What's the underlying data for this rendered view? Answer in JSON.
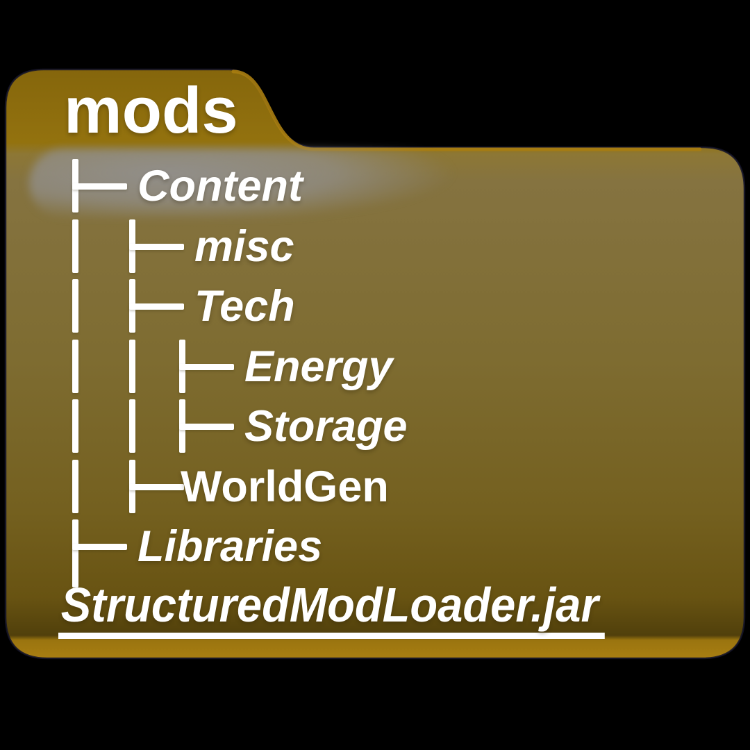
{
  "background_color": "#000000",
  "folder": {
    "title": "mods",
    "file_label": "StructuredModLoader.jar",
    "tree": [
      {
        "label": "Content",
        "level": 1,
        "style": "italic"
      },
      {
        "label": "misc",
        "level": 2,
        "style": "italic"
      },
      {
        "label": "Tech",
        "level": 2,
        "style": "italic"
      },
      {
        "label": "Energy",
        "level": 3,
        "style": "italic"
      },
      {
        "label": "Storage",
        "level": 3,
        "style": "italic"
      },
      {
        "label": "WorldGen",
        "level": 2,
        "style": "normal"
      },
      {
        "label": "Libraries",
        "level": 1,
        "style": "italic"
      }
    ],
    "colors": {
      "tab_gold": "#8a690d",
      "fold_gold": "#93720e",
      "body_olive": "#7f6c31",
      "body_dark": "#685312",
      "bottom_strip": "#a87e12",
      "gloss_gray": "#8e8b86",
      "outline": "#14142a",
      "text": "#ffffff"
    }
  }
}
